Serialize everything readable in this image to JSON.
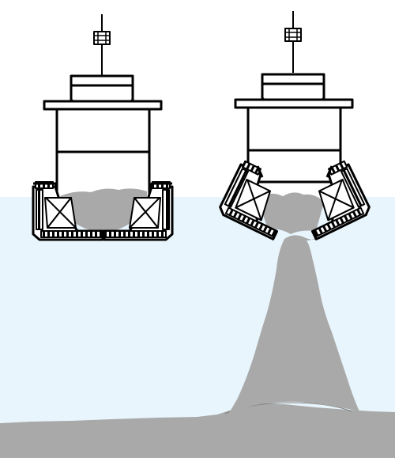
{
  "diagram": {
    "kind": "split-hull-hopper-barge-discharge",
    "states": [
      "hopper-closed",
      "hopper-open-discharging"
    ],
    "colors": {
      "water": "#e8f5fc",
      "sediment": "#a9a9a9",
      "outline": "#000000",
      "hull_fill": "#ffffff"
    }
  }
}
